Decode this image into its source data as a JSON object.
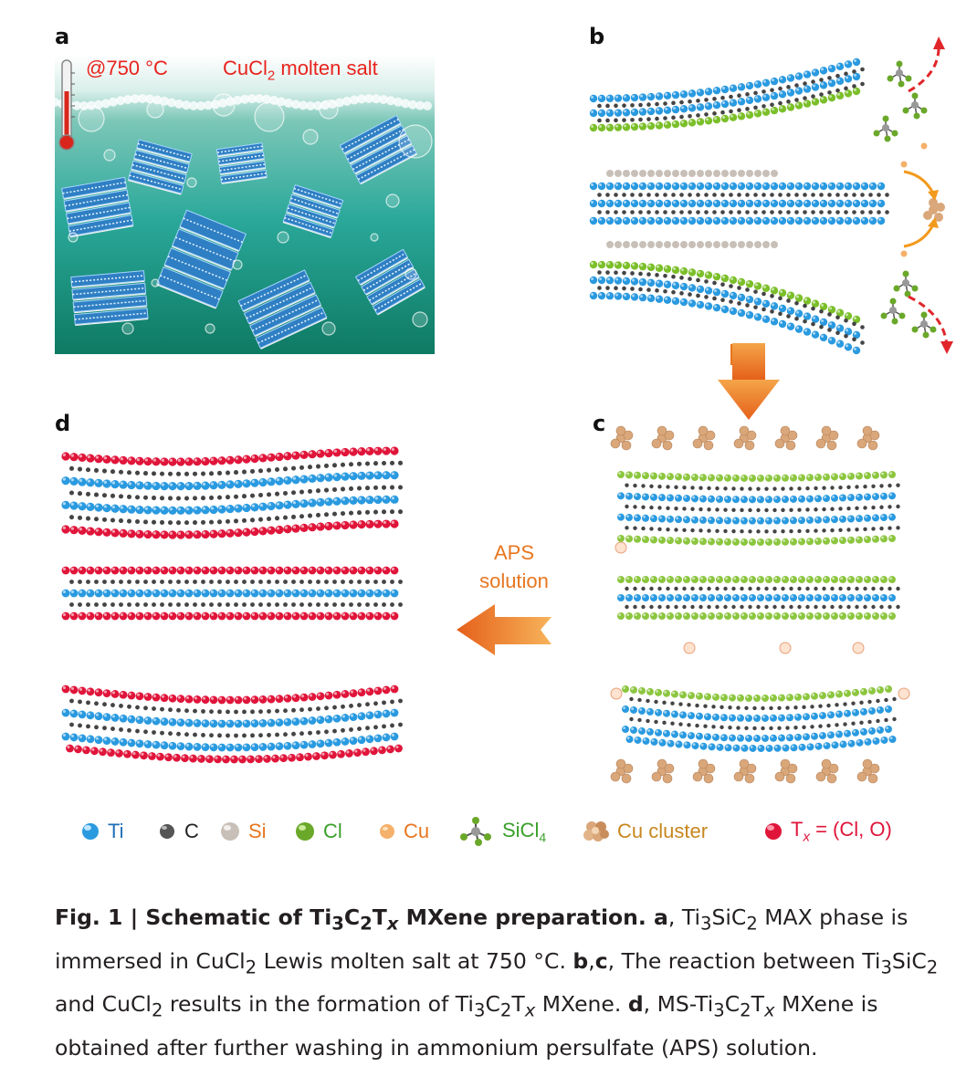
{
  "panels": {
    "a": "a",
    "b": "b",
    "c": "c",
    "d": "d"
  },
  "panel_a": {
    "temperature_label": "@750 °C",
    "salt_label_prefix": "CuCl",
    "salt_label_sub": "2",
    "salt_label_suffix": " molten salt",
    "colors": {
      "water_top": "#9fd8cc",
      "water_mid": "#2aa89a",
      "water_bottom": "#0e7a63",
      "label": "#e8231d"
    }
  },
  "aps": {
    "line1": "APS",
    "line2": "solution",
    "color": "#e8761f"
  },
  "legend": [
    {
      "symbol": "ti-atom-icon",
      "label": "Ti",
      "color": "#2a9ae0",
      "text_color": "#1f6fb8"
    },
    {
      "symbol": "c-atom-icon",
      "label": "C",
      "color": "#555555",
      "text_color": "#222222"
    },
    {
      "symbol": "si-atom-icon",
      "label": "Si",
      "color": "#c8c0b8",
      "text_color": "#e8761f"
    },
    {
      "symbol": "cl-atom-icon",
      "label": "Cl",
      "color": "#8cc63f",
      "text_color": "#3aa02a"
    },
    {
      "symbol": "cu-atom-icon",
      "label": "Cu",
      "color": "#f5b06a",
      "text_color": "#e8761f"
    },
    {
      "symbol": "sicl4-molecule-icon",
      "label": "SiCl",
      "sub": "4",
      "color": "#8cc63f",
      "text_color": "#3aa02a"
    },
    {
      "symbol": "cu-cluster-icon",
      "label": "Cu cluster",
      "color": "#d9a77a",
      "text_color": "#c8871f"
    },
    {
      "symbol": "tx-atom-icon",
      "label_prefix": "T",
      "label_sub": "x",
      "label_suffix": " = (Cl, O)",
      "color": "#e0153a",
      "text_color": "#e0153a"
    }
  ],
  "caption": {
    "fig": "Fig. 1 | ",
    "title_pre": "Schematic of Ti",
    "title_s1": "3",
    "title_c": "C",
    "title_s2": "2",
    "title_t": "T",
    "title_sx": "x",
    "title_post": " MXene preparation. ",
    "a_label": "a",
    "a_pre": ", Ti",
    "a_s1": "3",
    "a_mid1": "SiC",
    "a_s2": "2",
    "a_mid2": " MAX phase is immersed in CuCl",
    "a_s3": "2",
    "a_post": " Lewis molten salt at 750 °C. ",
    "bc_label": "b",
    "bc_comma": ",",
    "bc_label2": "c",
    "bc_pre": ", The reaction between Ti",
    "bc_s1": "3",
    "bc_mid1": "SiC",
    "bc_s2": "2",
    "bc_mid2": " and CuCl",
    "bc_s3": "2",
    "bc_mid3": " results in the formation of Ti",
    "bc_s4": "3",
    "bc_mid4": "C",
    "bc_s5": "2",
    "bc_mid5": "T",
    "bc_sx": "x",
    "bc_post": " MXene. ",
    "d_label": "d",
    "d_pre": ", MS-Ti",
    "d_s1": "3",
    "d_mid1": "C",
    "d_s2": "2",
    "d_mid2": "T",
    "d_sx": "x",
    "d_post": " MXene is obtained after further washing in ammonium persulfate (APS) solution."
  }
}
